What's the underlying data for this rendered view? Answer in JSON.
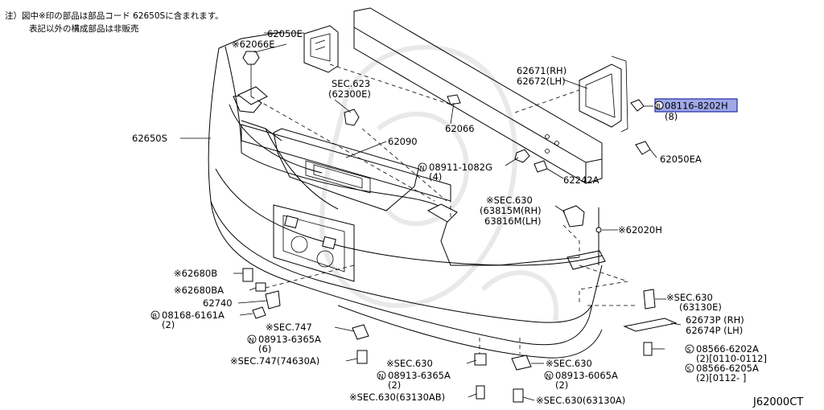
{
  "note": {
    "line1": "注）図中※印の部品は部品コード 62650Sに含まれます。",
    "line2": "表記以外の構成部品は非販売"
  },
  "diagram_code": "J62000CT",
  "labels": {
    "p62050E": "62050E",
    "p62066E": "※62066E",
    "sec623": "SEC.623",
    "sec623_sub": "(62300E)",
    "p62650S": "62650S",
    "p62066": "62066",
    "p62090": "62090",
    "p62671": "62671(RH)",
    "p62672": "62672(LH)",
    "bolt_hl": "08116-8202H",
    "bolt_hl_qty": "(8)",
    "p62050EA": "62050EA",
    "nut_08911": "08911-1082G",
    "nut_08911_qty": "(4)",
    "p62242A": "62242A",
    "sec630_a": "※SEC.630",
    "sec630_a1": "(63815M(RH)",
    "sec630_a2": "63816M(LH)",
    "p62020H": "※62020H",
    "p62680B": "※62680B",
    "p62680BA": "※62680BA",
    "p62740": "62740",
    "bolt_08168": "08168-6161A",
    "bolt_08168_qty": "(2)",
    "sec747": "※SEC.747",
    "nut_08913a": "08913-6365A",
    "nut_08913a_qty": "(6)",
    "sec747_74630": "※SEC.747(74630A)",
    "sec630_b": "※SEC.630",
    "nut_08913b": "08913-6365A",
    "nut_08913b_qty": "(2)",
    "sec630_c": "※SEC.630",
    "nut_08913c": "08913-6065A",
    "nut_08913c_qty": "(2)",
    "sec630_63130ab": "※SEC.630(63130AB)",
    "sec630_63130a": "※SEC.630(63130A)",
    "sec630_d": "※SEC.630",
    "sec630_d_sub": "(63130E)",
    "p62673P": "62673P (RH)",
    "p62674P": "62674P (LH)",
    "screw_08566a": "08566-6202A",
    "screw_08566a_sub": "(2)[0110-0112]",
    "screw_08566b": "08566-6205A",
    "screw_08566b_sub": "(2)[0112-    ]"
  },
  "prefixes": {
    "N": "N",
    "B": "B",
    "S": "S"
  },
  "colors": {
    "highlight_fill": "#9fa8e8",
    "highlight_stroke": "#1f2ba8"
  }
}
